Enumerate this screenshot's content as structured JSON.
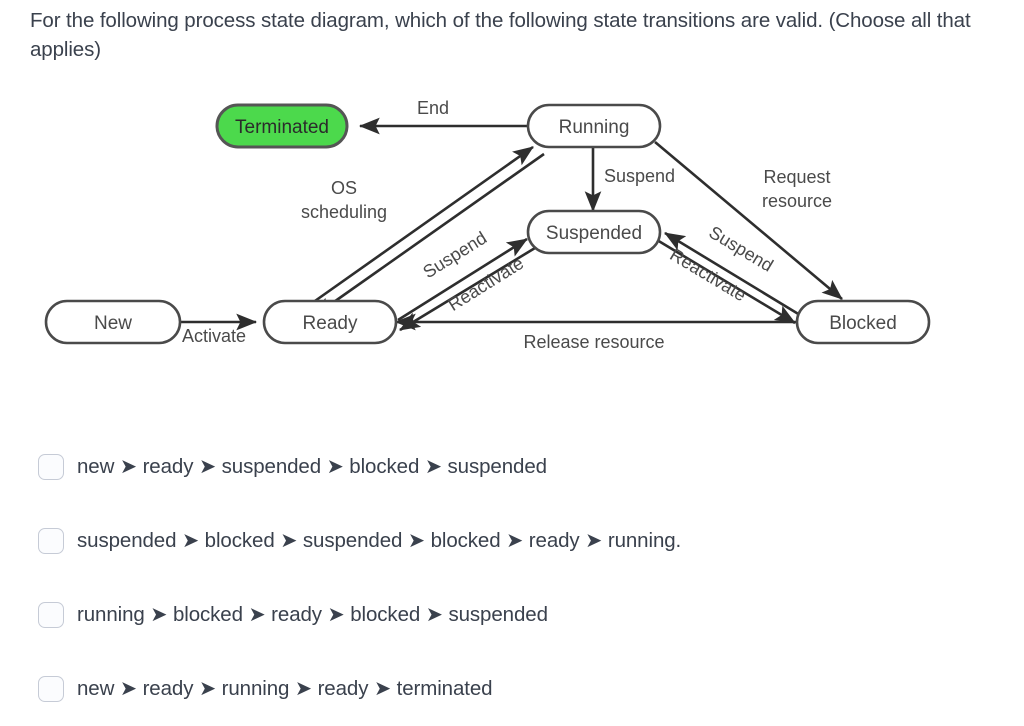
{
  "question": {
    "text": "For the following process state diagram, which of the following state transitions are valid. (Choose all that applies)"
  },
  "diagram": {
    "title": "process-state-diagram",
    "colors": {
      "node_stroke": "#4a4a4a",
      "node_fill": "#ffffff",
      "terminated_fill": "#4cd94c",
      "terminated_stroke": "#555555",
      "edge": "#2e2e2e",
      "label_text": "#4a4a4a"
    },
    "nodes": [
      {
        "id": "terminated",
        "label": "Terminated",
        "highlighted": true
      },
      {
        "id": "running",
        "label": "Running",
        "highlighted": false
      },
      {
        "id": "suspended",
        "label": "Suspended",
        "highlighted": false
      },
      {
        "id": "new",
        "label": "New",
        "highlighted": false
      },
      {
        "id": "ready",
        "label": "Ready",
        "highlighted": false
      },
      {
        "id": "blocked",
        "label": "Blocked",
        "highlighted": false
      }
    ],
    "edges": [
      {
        "id": "running-terminated",
        "from": "running",
        "to": "terminated",
        "label": "End"
      },
      {
        "id": "ready-running",
        "from": "ready",
        "to": "running",
        "label": "OS scheduling",
        "bidirectional": true
      },
      {
        "id": "running-suspended",
        "from": "running",
        "to": "suspended",
        "label": "Suspend"
      },
      {
        "id": "running-blocked",
        "from": "running",
        "to": "blocked",
        "label": "Request resource"
      },
      {
        "id": "new-ready",
        "from": "new",
        "to": "ready",
        "label": "Activate"
      },
      {
        "id": "ready-suspended",
        "from": "ready",
        "to": "suspended",
        "label": "Suspend"
      },
      {
        "id": "suspended-ready",
        "from": "suspended",
        "to": "ready",
        "label": "Reactivate"
      },
      {
        "id": "blocked-suspended",
        "from": "blocked",
        "to": "suspended",
        "label": "Suspend"
      },
      {
        "id": "suspended-blocked",
        "from": "suspended",
        "to": "blocked",
        "label": "Reactivate"
      },
      {
        "id": "blocked-ready",
        "from": "blocked",
        "to": "ready",
        "label": "Release resource"
      }
    ],
    "edge_labels": {
      "end": "End",
      "os_scheduling_line1": "OS",
      "os_scheduling_line2": "scheduling",
      "suspend_running": "Suspend",
      "request_resource_line1": "Request",
      "request_resource_line2": "resource",
      "activate": "Activate",
      "suspend_ready": "Suspend",
      "reactivate_ready": "Reactivate",
      "suspend_blocked": "Suspend",
      "reactivate_blocked": "Reactivate",
      "release_resource": "Release resource"
    }
  },
  "options": [
    {
      "id": "option-1",
      "checked": false,
      "text": "new ➤ ready ➤ suspended ➤ blocked ➤ suspended",
      "parts": [
        "new",
        "ready",
        "suspended",
        "blocked",
        "suspended"
      ]
    },
    {
      "id": "option-2",
      "checked": false,
      "text": "suspended ➤ blocked ➤ suspended ➤ blocked ➤ ready ➤ running.",
      "parts": [
        "suspended",
        "blocked",
        "suspended",
        "blocked",
        "ready",
        "running."
      ]
    },
    {
      "id": "option-3",
      "checked": false,
      "text": "running ➤ blocked ➤ ready ➤ blocked ➤ suspended",
      "parts": [
        "running",
        "blocked",
        "ready",
        "blocked",
        "suspended"
      ]
    },
    {
      "id": "option-4",
      "checked": false,
      "text": "new ➤ ready ➤ running ➤ ready ➤ terminated",
      "parts": [
        "new",
        "ready",
        "running",
        "ready",
        "terminated"
      ]
    }
  ],
  "icons": {
    "arrow": "➤",
    "checkbox": "checkbox-empty"
  }
}
